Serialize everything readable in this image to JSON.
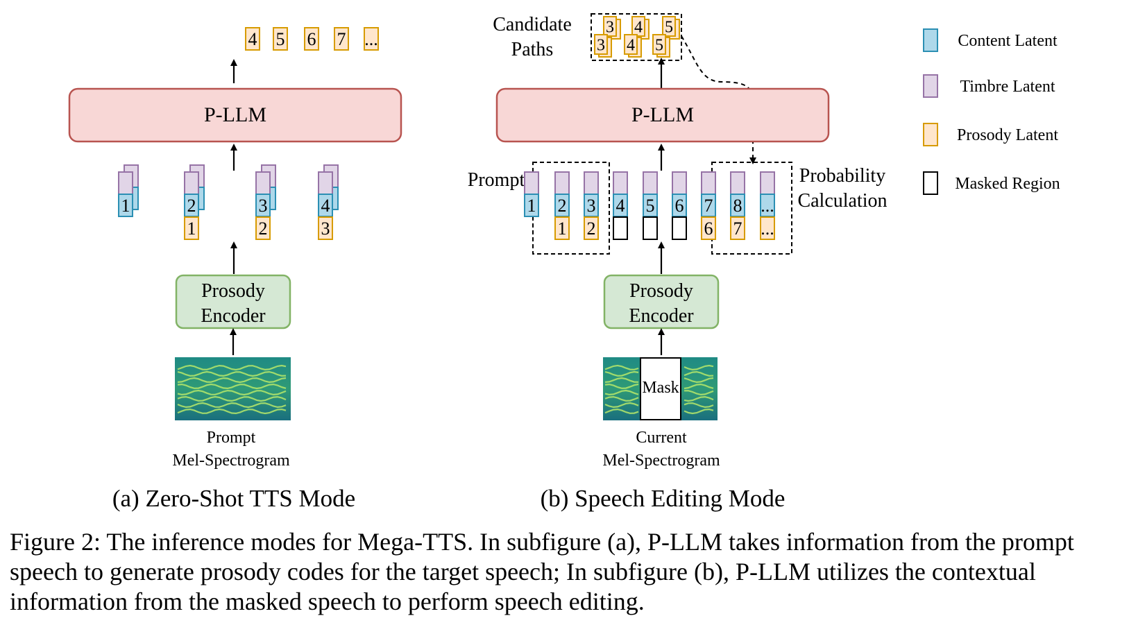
{
  "left": {
    "outputs": [
      "4",
      "5",
      "6",
      "7",
      "..."
    ],
    "llm_label": "P-LLM",
    "content": [
      "1",
      "2",
      "3",
      "4"
    ],
    "prosody": [
      "1",
      "2",
      "3"
    ],
    "encoder": [
      "Prosody",
      "Encoder"
    ],
    "spec_label": [
      "Prompt",
      "Mel-Spectrogram"
    ],
    "subtitle": "(a)  Zero-Shot TTS Mode"
  },
  "right": {
    "candidate_label": [
      "Candidate",
      "Paths"
    ],
    "candidates": [
      "3",
      "3",
      "4",
      "4",
      "5",
      "5"
    ],
    "llm_label": "P-LLM",
    "prompt_label": "Prompt",
    "prob_label": [
      "Probability",
      "Calculation"
    ],
    "content": [
      "1",
      "2",
      "3",
      "4",
      "5",
      "6",
      "7",
      "8",
      "..."
    ],
    "prosody": [
      "1",
      "2",
      "6",
      "7",
      "..."
    ],
    "encoder": [
      "Prosody",
      "Encoder"
    ],
    "mask_label": "Mask",
    "spec_label": [
      "Current",
      "Mel-Spectrogram"
    ],
    "subtitle": "(b)  Speech Editing Mode"
  },
  "legend": [
    {
      "label": "Content Latent",
      "color": "#aed8ea",
      "border": "#2b8fb3"
    },
    {
      "label": "Timbre Latent",
      "color": "#e1d5e7",
      "border": "#9673a6"
    },
    {
      "label": "Prosody Latent",
      "color": "#ffe6cc",
      "border": "#d79b00"
    },
    {
      "label": "Masked Region",
      "color": "#ffffff",
      "border": "#000000"
    }
  ],
  "colors": {
    "llm_fill": "#f8d7d6",
    "llm_stroke": "#b85450",
    "encoder_fill": "#d5e8d4",
    "encoder_stroke": "#82b366"
  },
  "caption": "Figure 2: The inference modes for Mega-TTS. In subfigure (a), P-LLM takes information from the prompt speech to generate prosody codes for the target speech; In subfigure (b), P-LLM utilizes the contextual information from the masked speech to perform speech editing."
}
